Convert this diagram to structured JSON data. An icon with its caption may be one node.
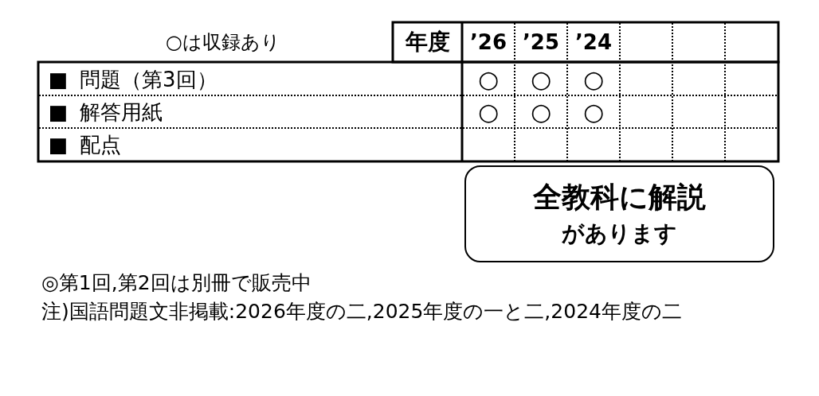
{
  "diagram": {
    "nodes": [
      {
        "text": [
          "全教科に解説",
          "があります"
        ]
      }
    ],
    "labels": [
      "○は収録あり",
      "年度",
      "’26",
      "’25",
      "’24",
      "■",
      "問題（第3回）",
      "○",
      "○",
      "○",
      "■",
      "解答用紙",
      "○",
      "○",
      "○",
      "■",
      "配点",
      "◎第1回,第2回は別冊で販売中",
      "注)国語問題文非掲載:2026年度の二,2025年度の一と二,2024年度の二"
    ]
  }
}
